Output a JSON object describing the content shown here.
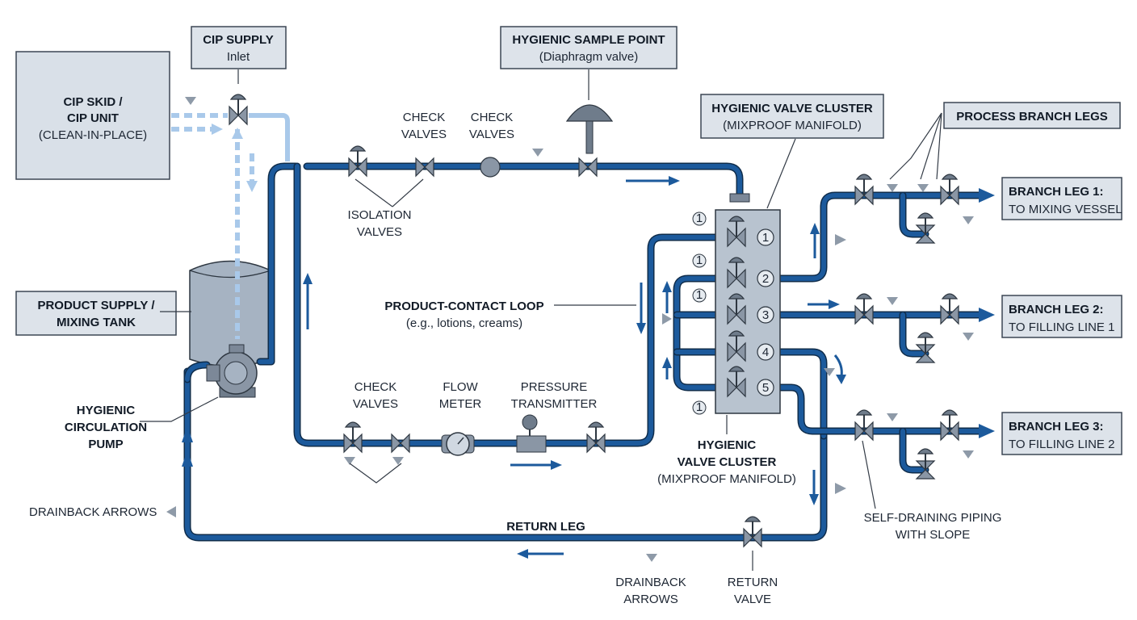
{
  "labels": {
    "cip_skid": [
      "CIP SKID /",
      "CIP UNIT",
      "(CLEAN-IN-PLACE)"
    ],
    "cip_supply": [
      "CIP SUPPLY",
      "Inlet"
    ],
    "sample_point": [
      "HYGIENIC SAMPLE POINT",
      "(Diaphragm valve)"
    ],
    "valve_cluster_top": [
      "HYGIENIC VALVE CLUSTER",
      "(MIXPROOF MANIFOLD)"
    ],
    "process_branch_legs": "PROCESS BRANCH LEGS",
    "check_valves_top_1": [
      "CHECK",
      "VALVES"
    ],
    "check_valves_top_2": [
      "CHECK",
      "VALVES"
    ],
    "isolation_valves": [
      "ISOLATION",
      "VALVES"
    ],
    "product_tank": [
      "PRODUCT SUPPLY /",
      "MIXING TANK"
    ],
    "product_loop": [
      "PRODUCT-CONTACT LOOP",
      "(e.g., lotions, creams)"
    ],
    "pump": [
      "HYGIENIC",
      "CIRCULATION",
      "PUMP"
    ],
    "check_valves_bottom": [
      "CHECK",
      "VALVES"
    ],
    "flow_meter": [
      "FLOW",
      "METER"
    ],
    "pressure_transmitter": [
      "PRESSURE",
      "TRANSMITTER"
    ],
    "valve_cluster_bottom": [
      "HYGIENIC",
      "VALVE CLUSTER",
      "(MIXPROOF MANIFOLD)"
    ],
    "branch_1": [
      "BRANCH LEG 1:",
      "TO MIXING VESSEL"
    ],
    "branch_2": [
      "BRANCH LEG 2:",
      "TO FILLING LINE 1"
    ],
    "branch_3": [
      "BRANCH LEG 3:",
      "TO FILLING LINE 2"
    ],
    "self_draining": [
      "SELF-DRAINING PIPING",
      "WITH SLOPE"
    ],
    "drainback_left": "DRAINBACK ARROWS",
    "return_leg": "RETURN LEG",
    "drainback_bottom": [
      "DRAINBACK",
      "ARROWS"
    ],
    "return_valve": [
      "RETURN",
      "VALVE"
    ]
  },
  "manifold_ports": [
    "1",
    "2",
    "3",
    "4",
    "5"
  ],
  "manifold_tags": [
    "1",
    "1",
    "1",
    "1"
  ],
  "colors": {
    "pipe": "#1c5a9c",
    "cip_line": "#a9c9ea",
    "box_fill": "#dde3ea",
    "valve": "#8a96a5"
  }
}
